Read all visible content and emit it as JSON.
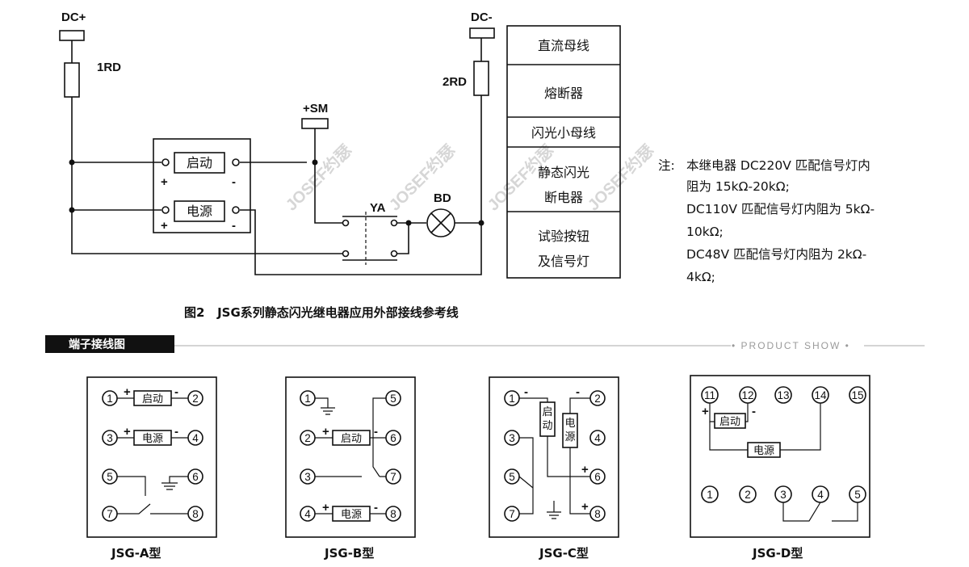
{
  "schematic": {
    "dc_plus": "DC+",
    "dc_minus": "DC-",
    "fuse1": "1RD",
    "fuse2": "2RD",
    "sm": "+SM",
    "ya": "YA",
    "bd": "BD",
    "start": "启动",
    "power": "电源",
    "plus": "+",
    "minus": "-"
  },
  "legend": [
    "直流母线",
    "熔断器",
    "闪光小母线",
    "静态闪光",
    "断电器",
    "试验按钮",
    "及信号灯"
  ],
  "note": {
    "prefix": "注:",
    "lines": [
      "本继电器 DC220V 匹配信号灯内",
      "阻为 15kΩ-20kΩ;",
      "DC110V 匹配信号灯内阻为 5kΩ-",
      "10kΩ;",
      "DC48V 匹配信号灯内阻为 2kΩ-",
      "4kΩ;"
    ]
  },
  "watermark": "JOSEF约瑟",
  "figure_caption": "图2   JSG系列静态闪光继电器应用外部接线参考线",
  "section": {
    "title": "端子接线图",
    "tagline": "• PRODUCT SHOW •"
  },
  "terminals": {
    "n": [
      "1",
      "2",
      "3",
      "4",
      "5",
      "6",
      "7",
      "8",
      "11",
      "12",
      "13",
      "14",
      "15"
    ],
    "start": "启动",
    "power": "电源",
    "start_v": [
      "启",
      "动"
    ],
    "power_v": [
      "电",
      "源"
    ],
    "plus": "+",
    "minus": "-"
  },
  "models": [
    "JSG-A型",
    "JSG-B型",
    "JSG-C型",
    "JSG-D型"
  ]
}
